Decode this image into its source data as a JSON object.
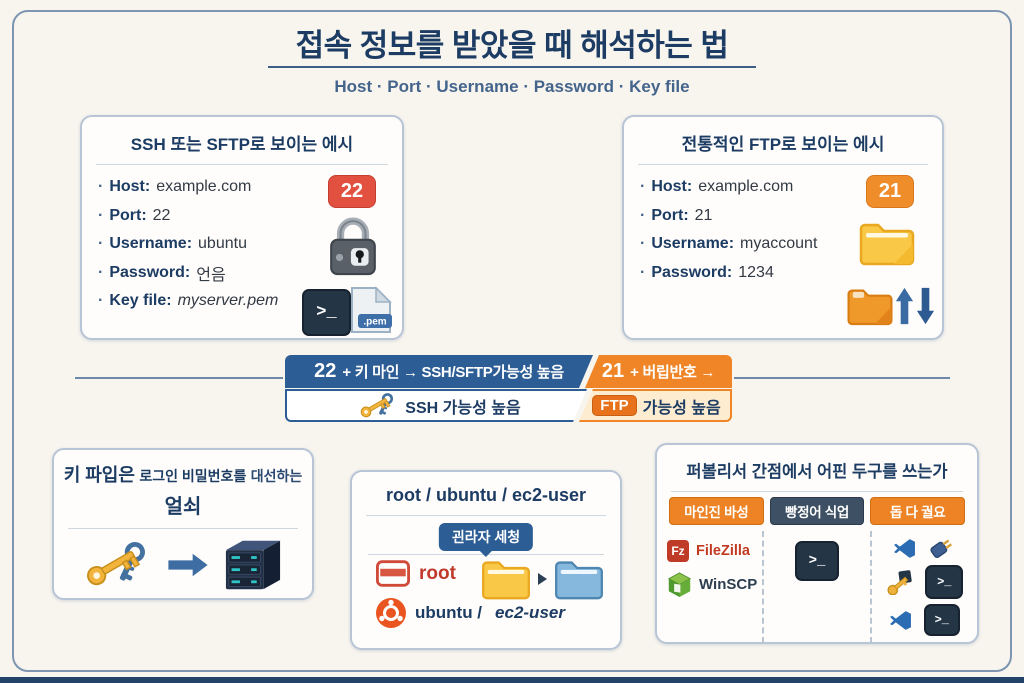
{
  "header": {
    "title": "접속 정보를 받았을 때 해석하는 법",
    "subtitle": "Host · Port · Username · Password · Key file"
  },
  "glyphs": {
    "bullet": "·",
    "terminal": ">_",
    "pem_label": ".pem",
    "fz": "Fz"
  },
  "ssh_card": {
    "title": "SSH 또는 SFTP로 보이는 에시",
    "badge": "22",
    "items": [
      {
        "label": "Host:",
        "value": "example.com"
      },
      {
        "label": "Port:",
        "value": "22"
      },
      {
        "label": "Username:",
        "value": "ubuntu"
      },
      {
        "label": "Password:",
        "value": "언음"
      },
      {
        "label": "Key file:",
        "value": "myserver.pem"
      }
    ]
  },
  "ftp_card": {
    "title": "전통적인 FTP로 보이는 에시",
    "badge": "21",
    "items": [
      {
        "label": "Host:",
        "value": "example.com"
      },
      {
        "label": "Port:",
        "value": "21"
      },
      {
        "label": "Username:",
        "value": "myaccount"
      },
      {
        "label": "Password:",
        "value": "1234"
      }
    ]
  },
  "banner": {
    "left_num": "22",
    "left_text": "+ 키 마인 → SSH/SFTP가능성 높음",
    "right_num": "21",
    "right_text": "+ 버립반호 →",
    "ssh_result": "SSH 가능성 높음",
    "ftp_badge": "FTP",
    "ftp_result": "가능성 높음"
  },
  "key_card": {
    "line1_big": "키 파입은",
    "line1_mid": "로그인 비밀번호를",
    "line1_tail": "대선하는",
    "line2": "얼쇠"
  },
  "users_card": {
    "title": "root / ubuntu / ec2-user",
    "badge": "괸라자 세청",
    "root_label": "root",
    "ubuntu_label": "ubuntu /",
    "ec2_label": "ec2-user"
  },
  "tools_card": {
    "title": "퍼볼리서 간점에서 어핀 두구를 쓰는가",
    "columns": [
      {
        "header": "마인진 바성",
        "items": [
          "FileZilla",
          "WinSCP"
        ]
      },
      {
        "header": "빵정어 식업",
        "items": []
      },
      {
        "header": "돕 다 궐요",
        "items": []
      }
    ]
  },
  "colors": {
    "navy": "#1d3c63",
    "blue": "#2d5d95",
    "orange": "#ef8526",
    "red_badge": "#e2503f",
    "orange_badge": "#f08d2b",
    "ftp_badge": "#e8721b",
    "slate": "#44648c"
  }
}
